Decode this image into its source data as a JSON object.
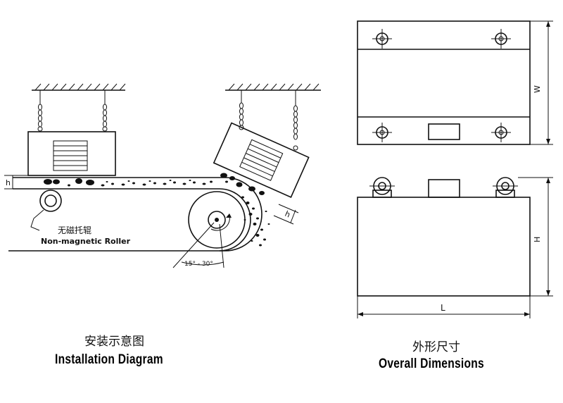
{
  "installation": {
    "dim_h_left": "h",
    "dim_h_right": "h",
    "roller_cn": "无磁托辊",
    "roller_en": "Non-magnetic Roller",
    "angle": "15° - 30°",
    "caption_cn": "安装示意图",
    "caption_en": "Installation  Diagram"
  },
  "dimensions": {
    "width_label": "W",
    "height_label": "H",
    "length_label": "L",
    "caption_cn": "外形尺寸",
    "caption_en": "Overall Dimensions"
  }
}
